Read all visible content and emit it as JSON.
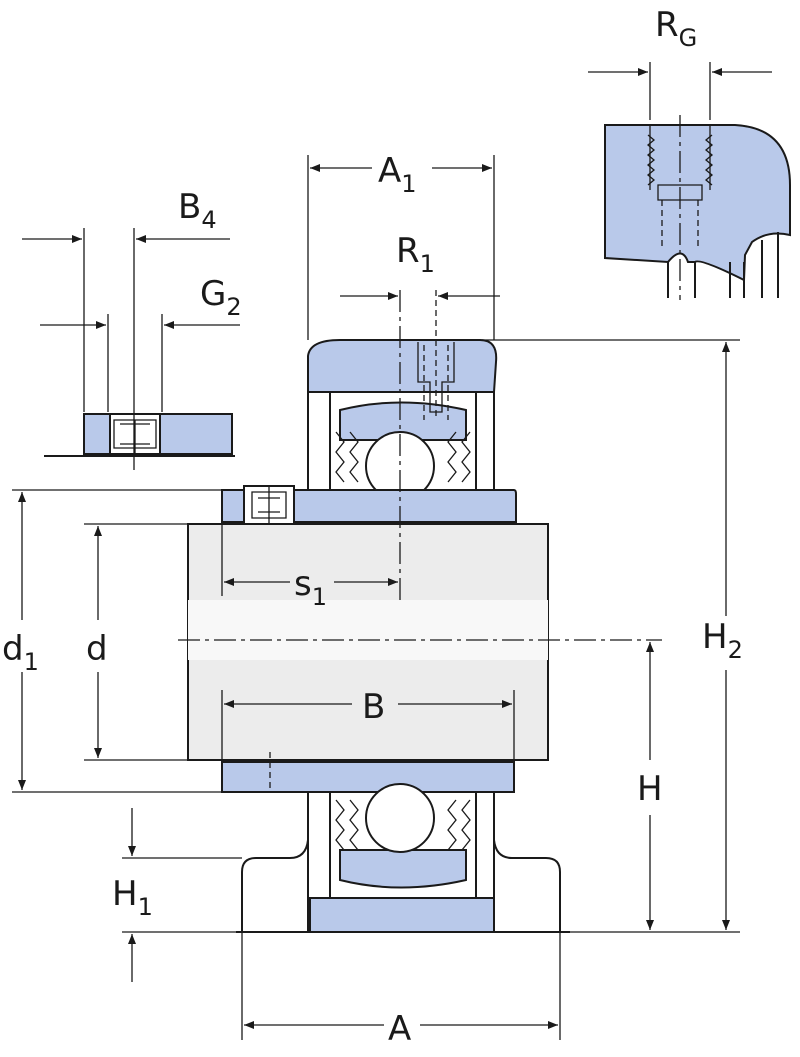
{
  "labels": {
    "RG": {
      "main": "R",
      "sub": "G"
    },
    "A1": {
      "main": "A",
      "sub": "1"
    },
    "B4": {
      "main": "B",
      "sub": "4"
    },
    "R1": {
      "main": "R",
      "sub": "1"
    },
    "G2": {
      "main": "G",
      "sub": "2"
    },
    "s1": {
      "main": "s",
      "sub": "1"
    },
    "d1": {
      "main": "d",
      "sub": "1"
    },
    "d": {
      "main": "d"
    },
    "H2": {
      "main": "H",
      "sub": "2"
    },
    "B": {
      "main": "B"
    },
    "H": {
      "main": "H"
    },
    "H1": {
      "main": "H",
      "sub": "1"
    },
    "A": {
      "main": "A"
    }
  },
  "colors": {
    "part_fill": "#b9c9ea",
    "line": "#1a1a1a",
    "background": "#ffffff"
  }
}
